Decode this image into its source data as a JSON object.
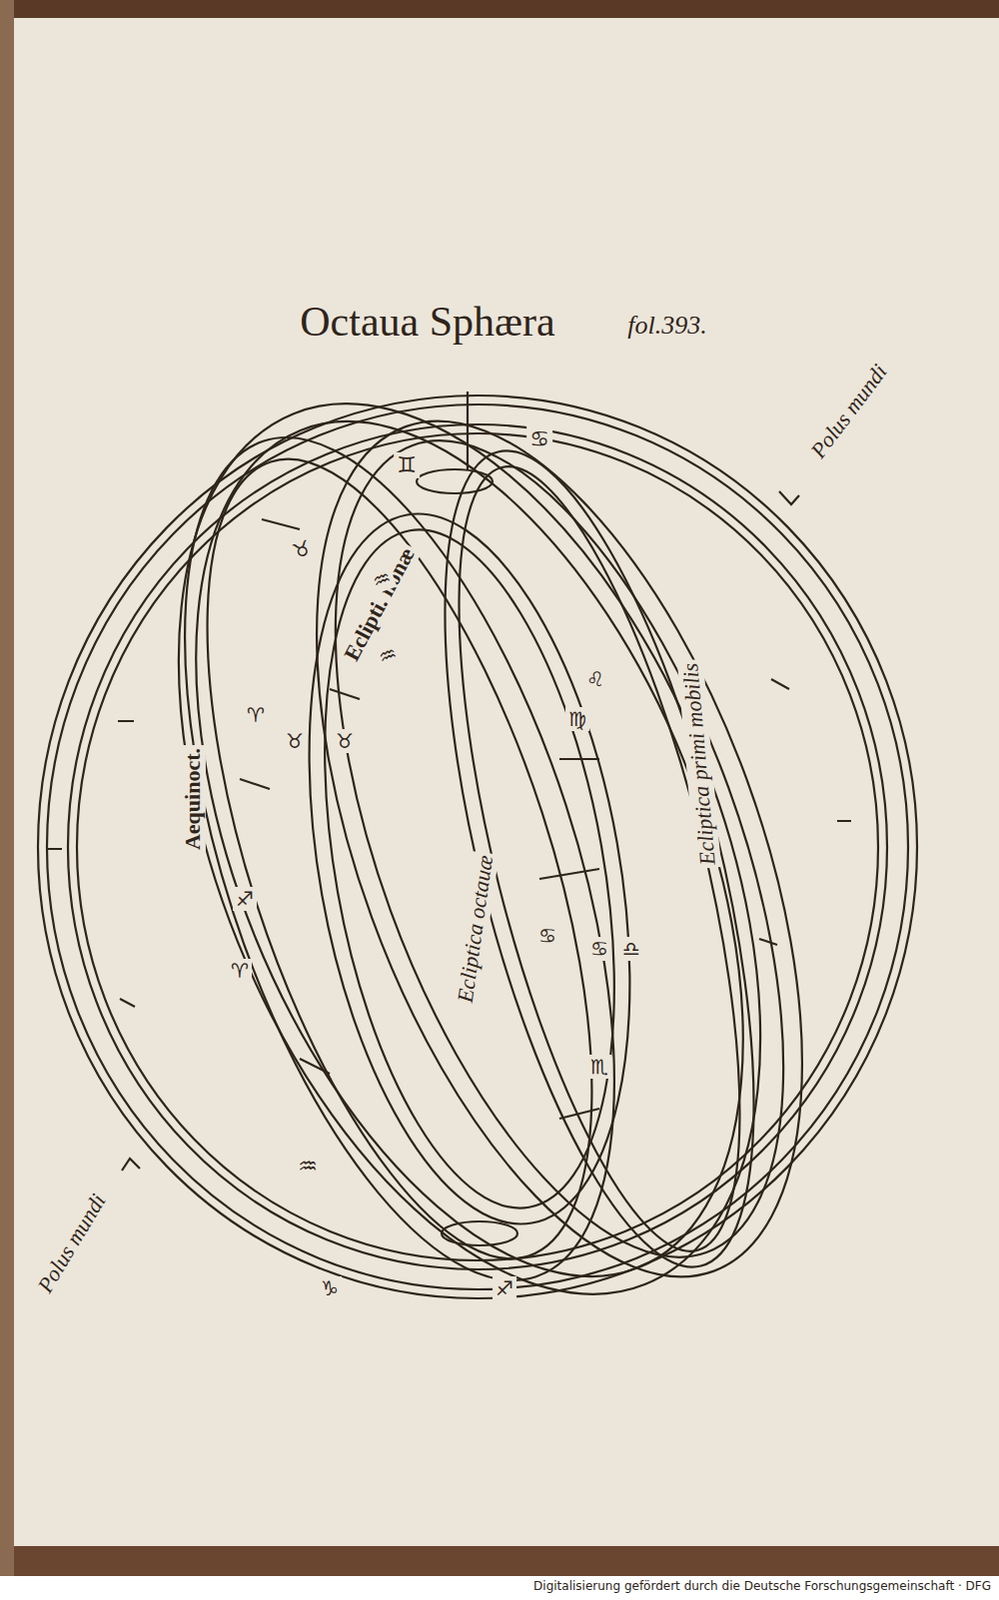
{
  "diagram": {
    "title": "Octaua Sphæra",
    "labels": [
      "fol.393.",
      "Polus mundi",
      "Polus mundi",
      "Aequinoct.",
      "Eclipti. nonæ",
      "Ecliptica octauæ",
      "Ecliptica primi mobilis",
      "♊",
      "♋",
      "♉",
      "♒",
      "♒",
      "♌",
      "♍",
      "♈",
      "♉",
      "♉",
      "♐",
      "♈",
      "♋",
      "♋",
      "♎",
      "♏",
      "♒",
      "♑",
      "♐",
      "Digitalisierung gefördert durch die Deutsche Forschungsgemeinschaft · DFG"
    ]
  }
}
